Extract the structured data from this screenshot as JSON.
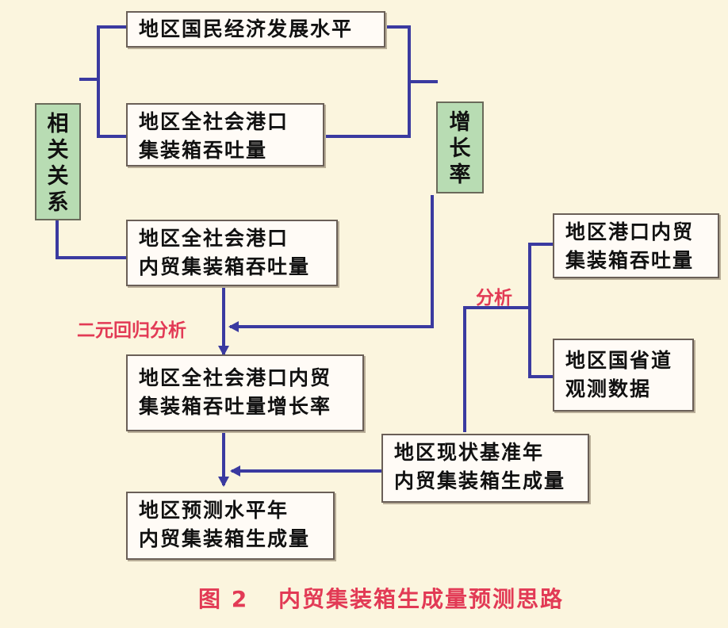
{
  "boxes": {
    "gdp_level": "地区国民经济发展水平",
    "total_throughput": [
      "地区全社会港口",
      "集装箱吞吐量"
    ],
    "domestic_throughput": [
      "地区全社会港口",
      "内贸集装箱吞吐量"
    ],
    "growth_rate_box": [
      "地区全社会港口内贸",
      "集装箱吞吐量增长率"
    ],
    "forecast": [
      "地区预测水平年",
      "内贸集装箱生成量"
    ],
    "port_domestic": [
      "地区港口内贸",
      "集装箱吞吐量"
    ],
    "highway_obs": [
      "地区国省道",
      "观测数据"
    ],
    "base_year": [
      "地区现状基准年",
      "内贸集装箱生成量"
    ]
  },
  "side_labels": {
    "correlation": [
      "相",
      "关",
      "关",
      "系"
    ],
    "growth": [
      "增",
      "长",
      "率"
    ]
  },
  "annotations": {
    "regression": "二元回归分析",
    "analysis": "分析"
  },
  "caption": {
    "number": "图 2",
    "title": "内贸集装箱生成量预测思路"
  },
  "colors": {
    "line": "#3a3aa0",
    "label_red": "#e23a55",
    "side_box_green": "#b8dcb3",
    "background": "#fbf5de"
  }
}
